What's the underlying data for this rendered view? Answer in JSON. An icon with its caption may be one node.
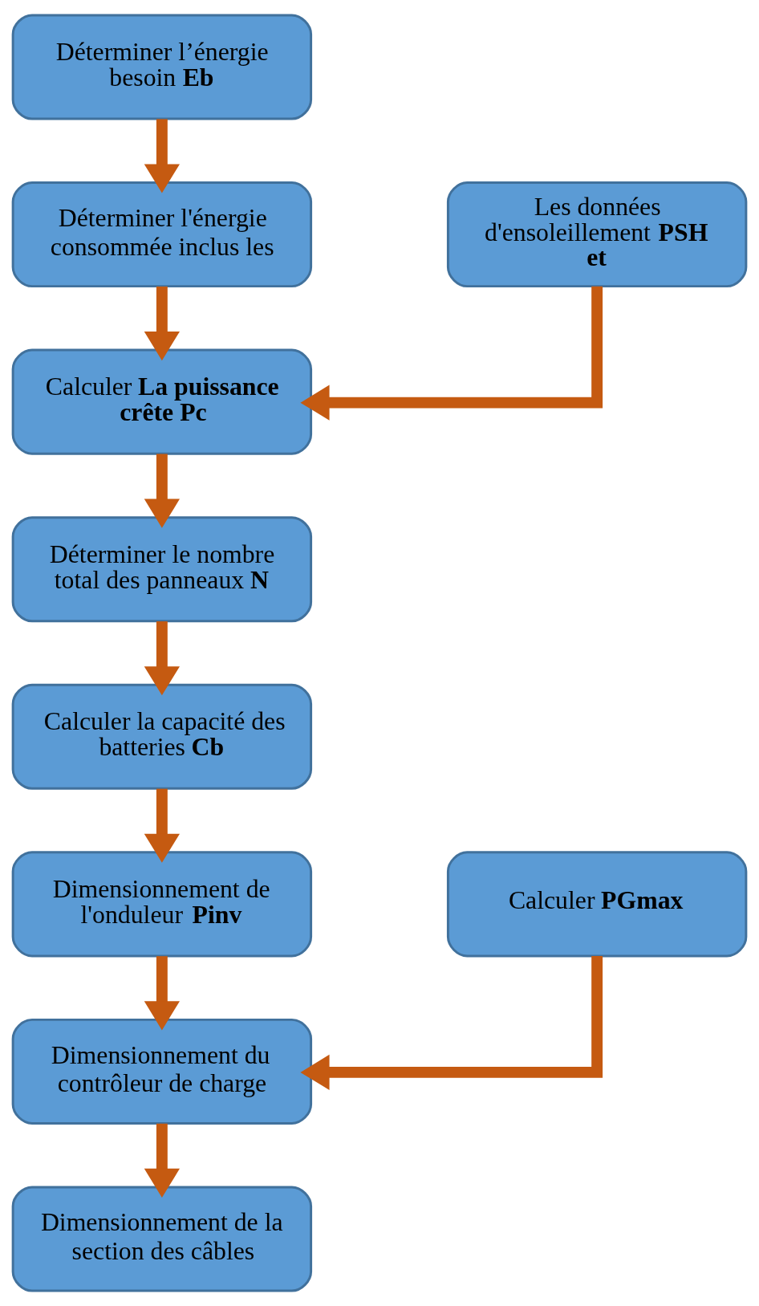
{
  "diagram": {
    "nodes": [
      {
        "text": [
          "Déterminer l’énergie besoin **Eb**"
        ]
      },
      {
        "text": [
          "Déterminer l'énergie consommée inclus les"
        ]
      },
      {
        "text": [
          "Les données d'ensoleillement **PSH et**"
        ]
      },
      {
        "text": [
          "Calculer **La puissance crête Pc**"
        ]
      },
      {
        "text": [
          "Déterminer le nombre total des panneaux **N**"
        ]
      },
      {
        "text": [
          "Calculer la capacité des batteries **Cb**"
        ]
      },
      {
        "text": [
          "Dimensionnement de l'onduleur **Pinv**"
        ]
      },
      {
        "text": [
          "Calculer **PGmax**"
        ]
      },
      {
        "text": [
          "Dimensionnement du contrôleur de charge"
        ]
      },
      {
        "text": [
          "Dimensionnement de la section des câbles"
        ]
      }
    ],
    "edges": [
      {
        "from": 0,
        "to": 1,
        "arrow": "to"
      },
      {
        "from": 1,
        "to": 3,
        "arrow": "to"
      },
      {
        "from": 2,
        "to": 3,
        "arrow": "to"
      },
      {
        "from": 3,
        "to": 4,
        "arrow": "to"
      },
      {
        "from": 4,
        "to": 5,
        "arrow": "to"
      },
      {
        "from": 5,
        "to": 6,
        "arrow": "to"
      },
      {
        "from": 6,
        "to": 8,
        "arrow": "to"
      },
      {
        "from": 7,
        "to": 8,
        "arrow": "to"
      },
      {
        "from": 8,
        "to": 9,
        "arrow": "to"
      }
    ]
  }
}
